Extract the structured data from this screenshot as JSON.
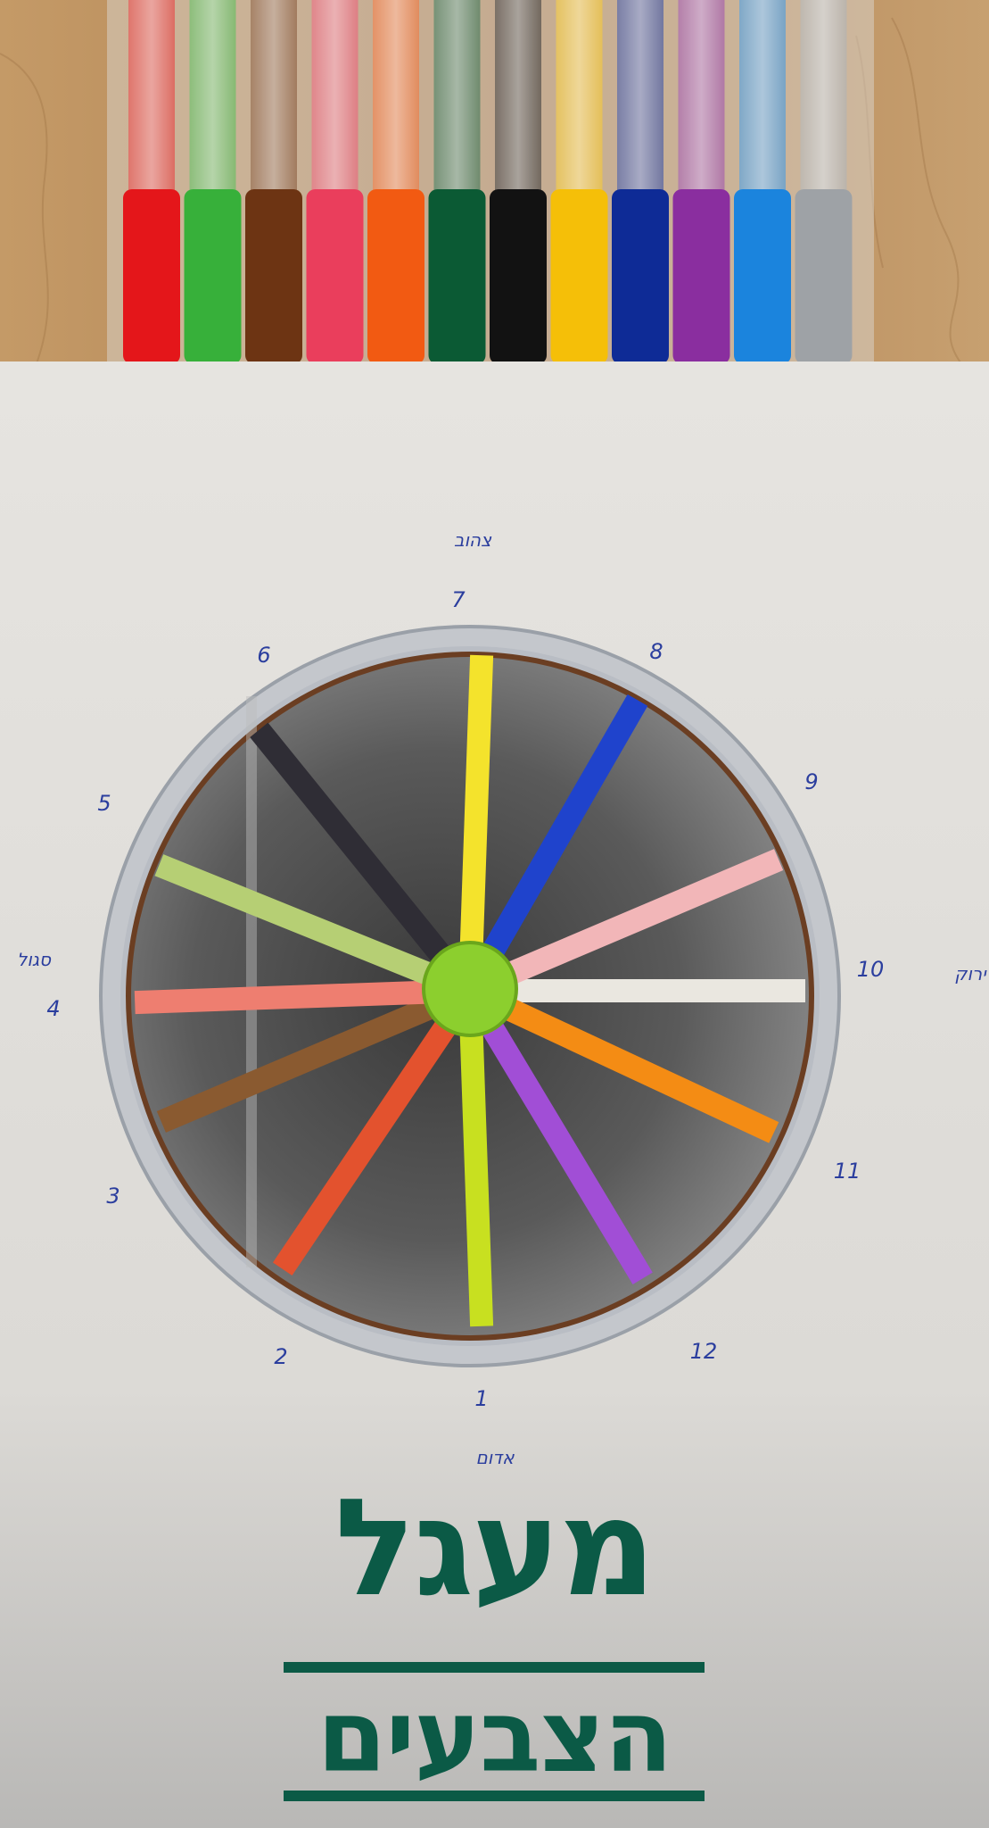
{
  "title": {
    "line1": "מעגל",
    "line2": "הצבעים"
  },
  "colors": {
    "title_green": "#0b5a46",
    "pen_blue_ink": "#2b3e9e",
    "paper": "#e2e0dc",
    "wood": "#b3875a",
    "ring_silver": "#b9bcc3",
    "ring_brown": "#6b3e22",
    "hub_green": "#8ccf2e"
  },
  "markers": [
    "#e4161a",
    "#37b03a",
    "#6d3413",
    "#ea3e5c",
    "#f25a12",
    "#0b5a34",
    "#121212",
    "#f5bf08",
    "#0e2b96",
    "#8a2e9f",
    "#1b84dd",
    "#9ea2a6"
  ],
  "wheel": {
    "top_label": "צהוב",
    "bottom_label": "אדום",
    "left_label": "סגול",
    "right_label": "ירוק",
    "numbers": [
      "1",
      "2",
      "3",
      "4",
      "5",
      "6",
      "7",
      "8",
      "9",
      "10",
      "11",
      "12"
    ],
    "spokes": [
      {
        "angle": 0,
        "color": "#eae7e0"
      },
      {
        "angle": 25,
        "color": "#f48c14"
      },
      {
        "angle": 59,
        "color": "#a14ed6"
      },
      {
        "angle": 88,
        "color": "#c8e020"
      },
      {
        "angle": 124,
        "color": "#e3522e"
      },
      {
        "angle": 157,
        "color": "#8a5a30"
      },
      {
        "angle": 178,
        "color": "#ee7e70"
      },
      {
        "angle": 202,
        "color": "#b6cf74"
      },
      {
        "angle": 231,
        "color": "#2f2d35"
      },
      {
        "angle": 272,
        "color": "#f4e32c"
      },
      {
        "angle": 300,
        "color": "#1f43cc"
      },
      {
        "angle": 337,
        "color": "#f2b6b8"
      }
    ]
  }
}
